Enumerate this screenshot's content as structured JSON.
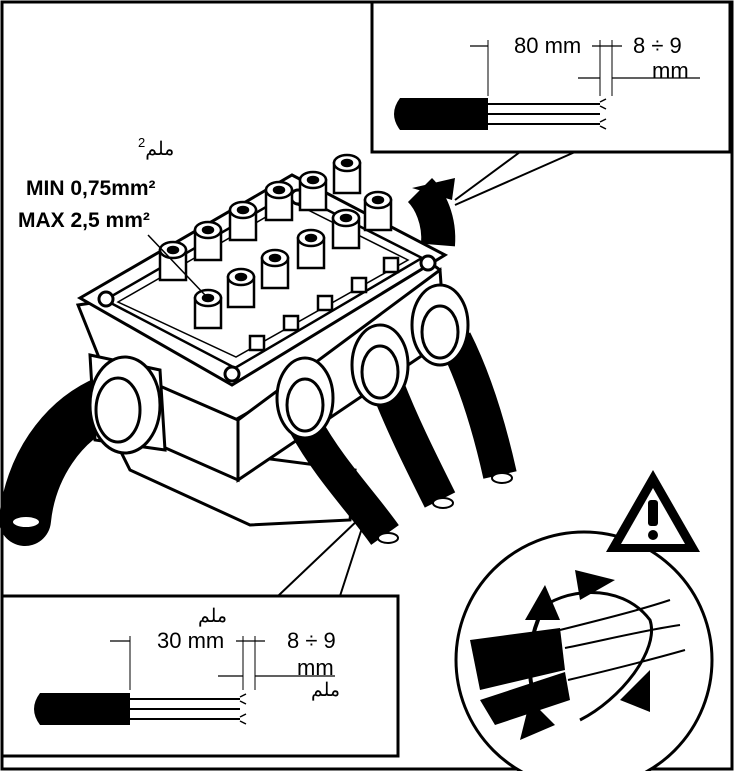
{
  "spec": {
    "arabic_unit": "ملم",
    "arabic_superscript": "2",
    "min_label": "MIN 0,75mm²",
    "max_label": "MAX 2,5 mm²"
  },
  "top_inset": {
    "sheath_strip": "80 mm",
    "conductor_strip_line1": "8 ÷ 9",
    "conductor_strip_line2": "mm"
  },
  "bottom_inset": {
    "arabic_top": "ملم",
    "sheath_strip": "30 mm",
    "conductor_strip_line1": "8 ÷ 9",
    "conductor_strip_line2": "mm",
    "arabic_bottom": "ملم"
  },
  "warning": {
    "icon": "warning-triangle-icon",
    "detail": "twisted-conductors-prohibited"
  },
  "colors": {
    "ink": "#000000",
    "paper": "#ffffff"
  }
}
